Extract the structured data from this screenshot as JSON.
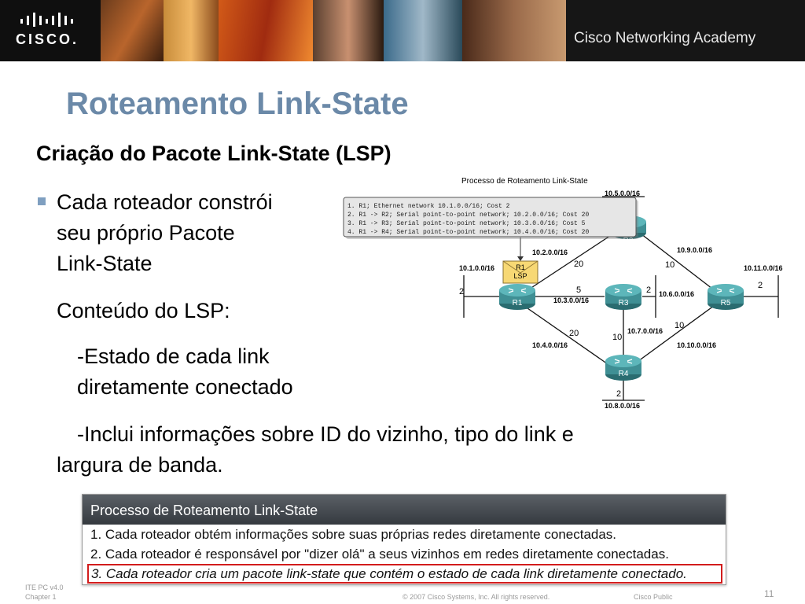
{
  "header": {
    "logo": "CISCO.",
    "academy": "Cisco Networking Academy"
  },
  "slide": {
    "title": "Roteamento Link-State",
    "subtitle": "Criação do Pacote Link-State (LSP)",
    "bullet_lines": [
      "Cada roteador constrói",
      "seu próprio Pacote",
      "Link-State"
    ],
    "content_label": "Conteúdo do LSP:",
    "item1_lines": [
      "-Estado de cada link",
      "diretamente conectado"
    ],
    "item2_lines": [
      "-Inclui informações sobre ID do vizinho, tipo do link e",
      "largura de banda."
    ]
  },
  "diagram": {
    "title": "Processo de Roteamento Link-State",
    "lsp_lines": [
      "1. R1; Ethernet network 10.1.0.0/16; Cost 2",
      "2. R1 -> R2; Serial point-to-point network; 10.2.0.0/16; Cost 20",
      "3. R1 -> R3; Serial point-to-point network; 10.3.0.0/16; Cost 5",
      "4. R1 -> R4; Serial point-to-point network; 10.4.0.0/16; Cost 20"
    ],
    "envelope_lines": [
      "R1",
      "LSP"
    ],
    "routers": [
      "R1",
      "R2",
      "R3",
      "R4",
      "R5"
    ],
    "networks": {
      "n1": "10.1.0.0/16",
      "n2": "10.2.0.0/16",
      "n3": "10.3.0.0/16",
      "n4": "10.4.0.0/16",
      "n5": "10.5.0.0/16",
      "n6": "10.6.0.0/16",
      "n7": "10.7.0.0/16",
      "n8": "10.8.0.0/16",
      "n9": "10.9.0.0/16",
      "n10": "10.10.0.0/16",
      "n11": "10.11.0.0/16"
    },
    "costs": {
      "r1_lan": "2",
      "r1_r2": "20",
      "r1_r3": "5",
      "r1_r4": "20",
      "r2_r5": "10",
      "r3_lan": "2",
      "r3_r4": "10",
      "r4_r5": "10",
      "r5_lan": "2",
      "r4_lan": "2"
    }
  },
  "panel": {
    "title": "Processo de Roteamento Link-State",
    "steps": [
      "1. Cada roteador obtém informações sobre suas próprias redes diretamente conectadas.",
      "2. Cada roteador é responsável por \"dizer olá\" a seus vizinhos em redes diretamente conectadas.",
      "3. Cada roteador cria um pacote link-state que contém o estado de cada link diretamente conectado."
    ]
  },
  "footer": {
    "course": "ITE PC v4.0",
    "chapter": "Chapter 1",
    "copyright": "© 2007 Cisco Systems, Inc. All rights reserved.",
    "classification": "Cisco Public",
    "page_number": "11"
  }
}
